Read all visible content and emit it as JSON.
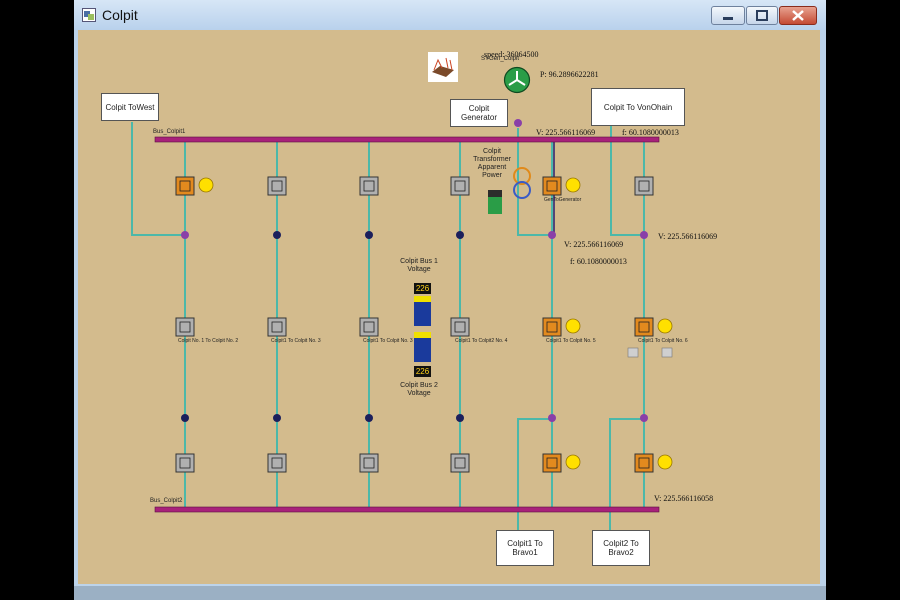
{
  "window": {
    "title": "Colpit",
    "buttons": {
      "minimize": "minimize",
      "maximize": "maximize",
      "close": "close"
    }
  },
  "generator": {
    "speed": "speed: 36064500",
    "name_label": "SYGen_Colpit",
    "power": "P: 96.2896622281",
    "box_label": "Colpit Generator"
  },
  "labels": {
    "to_west": "Colpit ToWest",
    "to_vonohain": "Colpit To VonOhain",
    "to_bravo1": "Colpit1 To Bravo1",
    "to_bravo2": "Colpit2 To Bravo2"
  },
  "buses": {
    "bus1_name": "Bus_Colpit1",
    "bus2_name": "Bus_Colpit2",
    "bus1_voltage": "V: 225.566116069",
    "bus1_freq": "f: 60.1080000013",
    "bus2_voltage": "V: 225.566116058",
    "feeder5_voltage": "V: 225.566116069",
    "feeder5_freq": "f: 60.1080000013",
    "feeder6_voltage": "V: 225.566116069"
  },
  "transformer": {
    "label": "Colpit Transformer Apparent Power",
    "level": 0.7
  },
  "meters": {
    "bus1_label": "Colpit Bus 1 Voltage",
    "bus1_value": "226",
    "bus2_label": "Colpit Bus 2 Voltage",
    "bus2_value": "226"
  },
  "breakers": {
    "gen_breaker": "GenToGenerator",
    "b1": "Colpit No. 1 To Colpit No. 2",
    "b2": "Colpit1 To Colpit No. 3",
    "b3": "Colpit1 To Colpit No. 3",
    "b4": "Colpit1 To Colpit2 No. 4",
    "b5": "Colpit1 To Colpit No. 5",
    "b6": "Colpit1 To Colpit No. 6"
  },
  "colors": {
    "background": "#d3bb8d",
    "bus": "#a8217a",
    "line": "#4cb8a9",
    "breaker_open": "#e38a1e",
    "breaker_closed": "#b0b0b0",
    "node": "#1b1f5c",
    "generator": "#2a9d47"
  }
}
